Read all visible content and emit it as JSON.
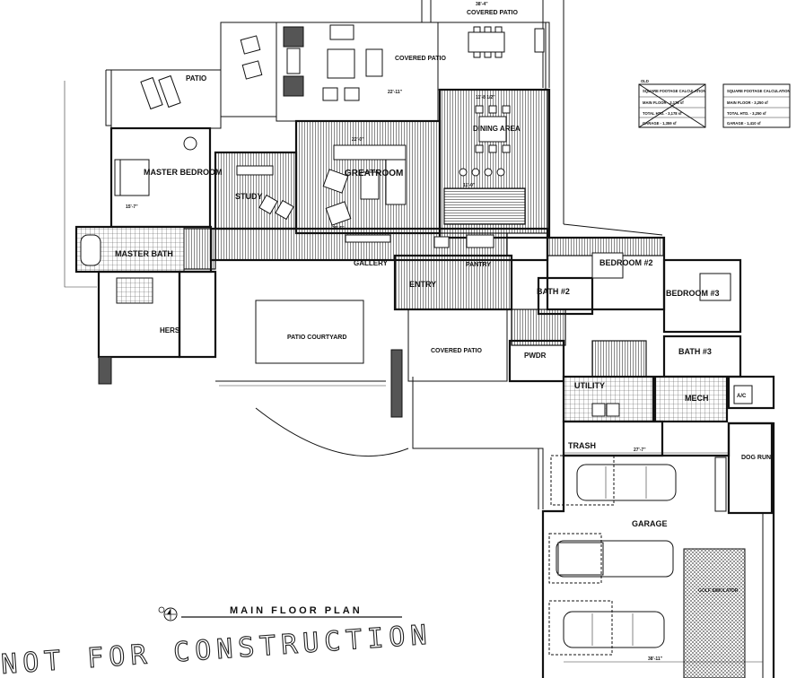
{
  "plan_title": "MAIN FLOOR PLAN",
  "watermark": "NOT FOR CONSTRUCTION",
  "rooms": {
    "patio_left": "PATIO",
    "covered_patio_top": "COVERED PATIO",
    "covered_patio_mid": "COVERED PATIO",
    "covered_patio_entry": "COVERED PATIO",
    "patio_courtyard": "PATIO COURTYARD",
    "master_bedroom": "MASTER BEDROOM",
    "master_bath": "MASTER BATH",
    "study": "STUDY",
    "greatroom": "GREATROOM",
    "dining_area": "DINING AREA",
    "gallery": "GALLERY",
    "entry": "ENTRY",
    "pantry": "PANTRY",
    "bedroom_2": "BEDROOM #2",
    "bedroom_3": "BEDROOM #3",
    "bath_2": "BATH #2",
    "bath_3": "BATH #3",
    "hers": "HERS",
    "pwdr": "PWDR",
    "utility": "UTILITY",
    "mech": "MECH",
    "trash": "TRASH",
    "garage": "GARAGE",
    "dog_run": "DOG RUN",
    "golf_simulator": "GOLF SIMULATOR",
    "ac": "A/C"
  },
  "dimensions": {
    "garage_width": "27'-7\"",
    "garage_bottom": "38'-11\"",
    "greatroom_w": "22'-0\"",
    "greatroom_d": "20'-5\"",
    "dining_w": "11'-8 1/2\"",
    "kitchen_w": "11'-0\"",
    "covered_patio_mid_w": "22'-11\"",
    "master_bed_w": "15'-7\"",
    "covered_top_w": "38'-4\""
  },
  "sqft_tables": {
    "old": {
      "tag": "OLD",
      "header": "SQUARE FOOTAGE CALCULATION",
      "rows": [
        "MAIN FLOOR - 3,178 sf",
        "TOTAL HTD. - 3,178 sf",
        "GARAGE - 1,359 sf"
      ]
    },
    "new": {
      "header": "SQUARE FOOTAGE CALCULATION",
      "rows": [
        "MAIN FLOOR - 3,250 sf",
        "TOTAL HTD. - 3,250 sf",
        "GARAGE - 1,410 sf"
      ]
    }
  }
}
